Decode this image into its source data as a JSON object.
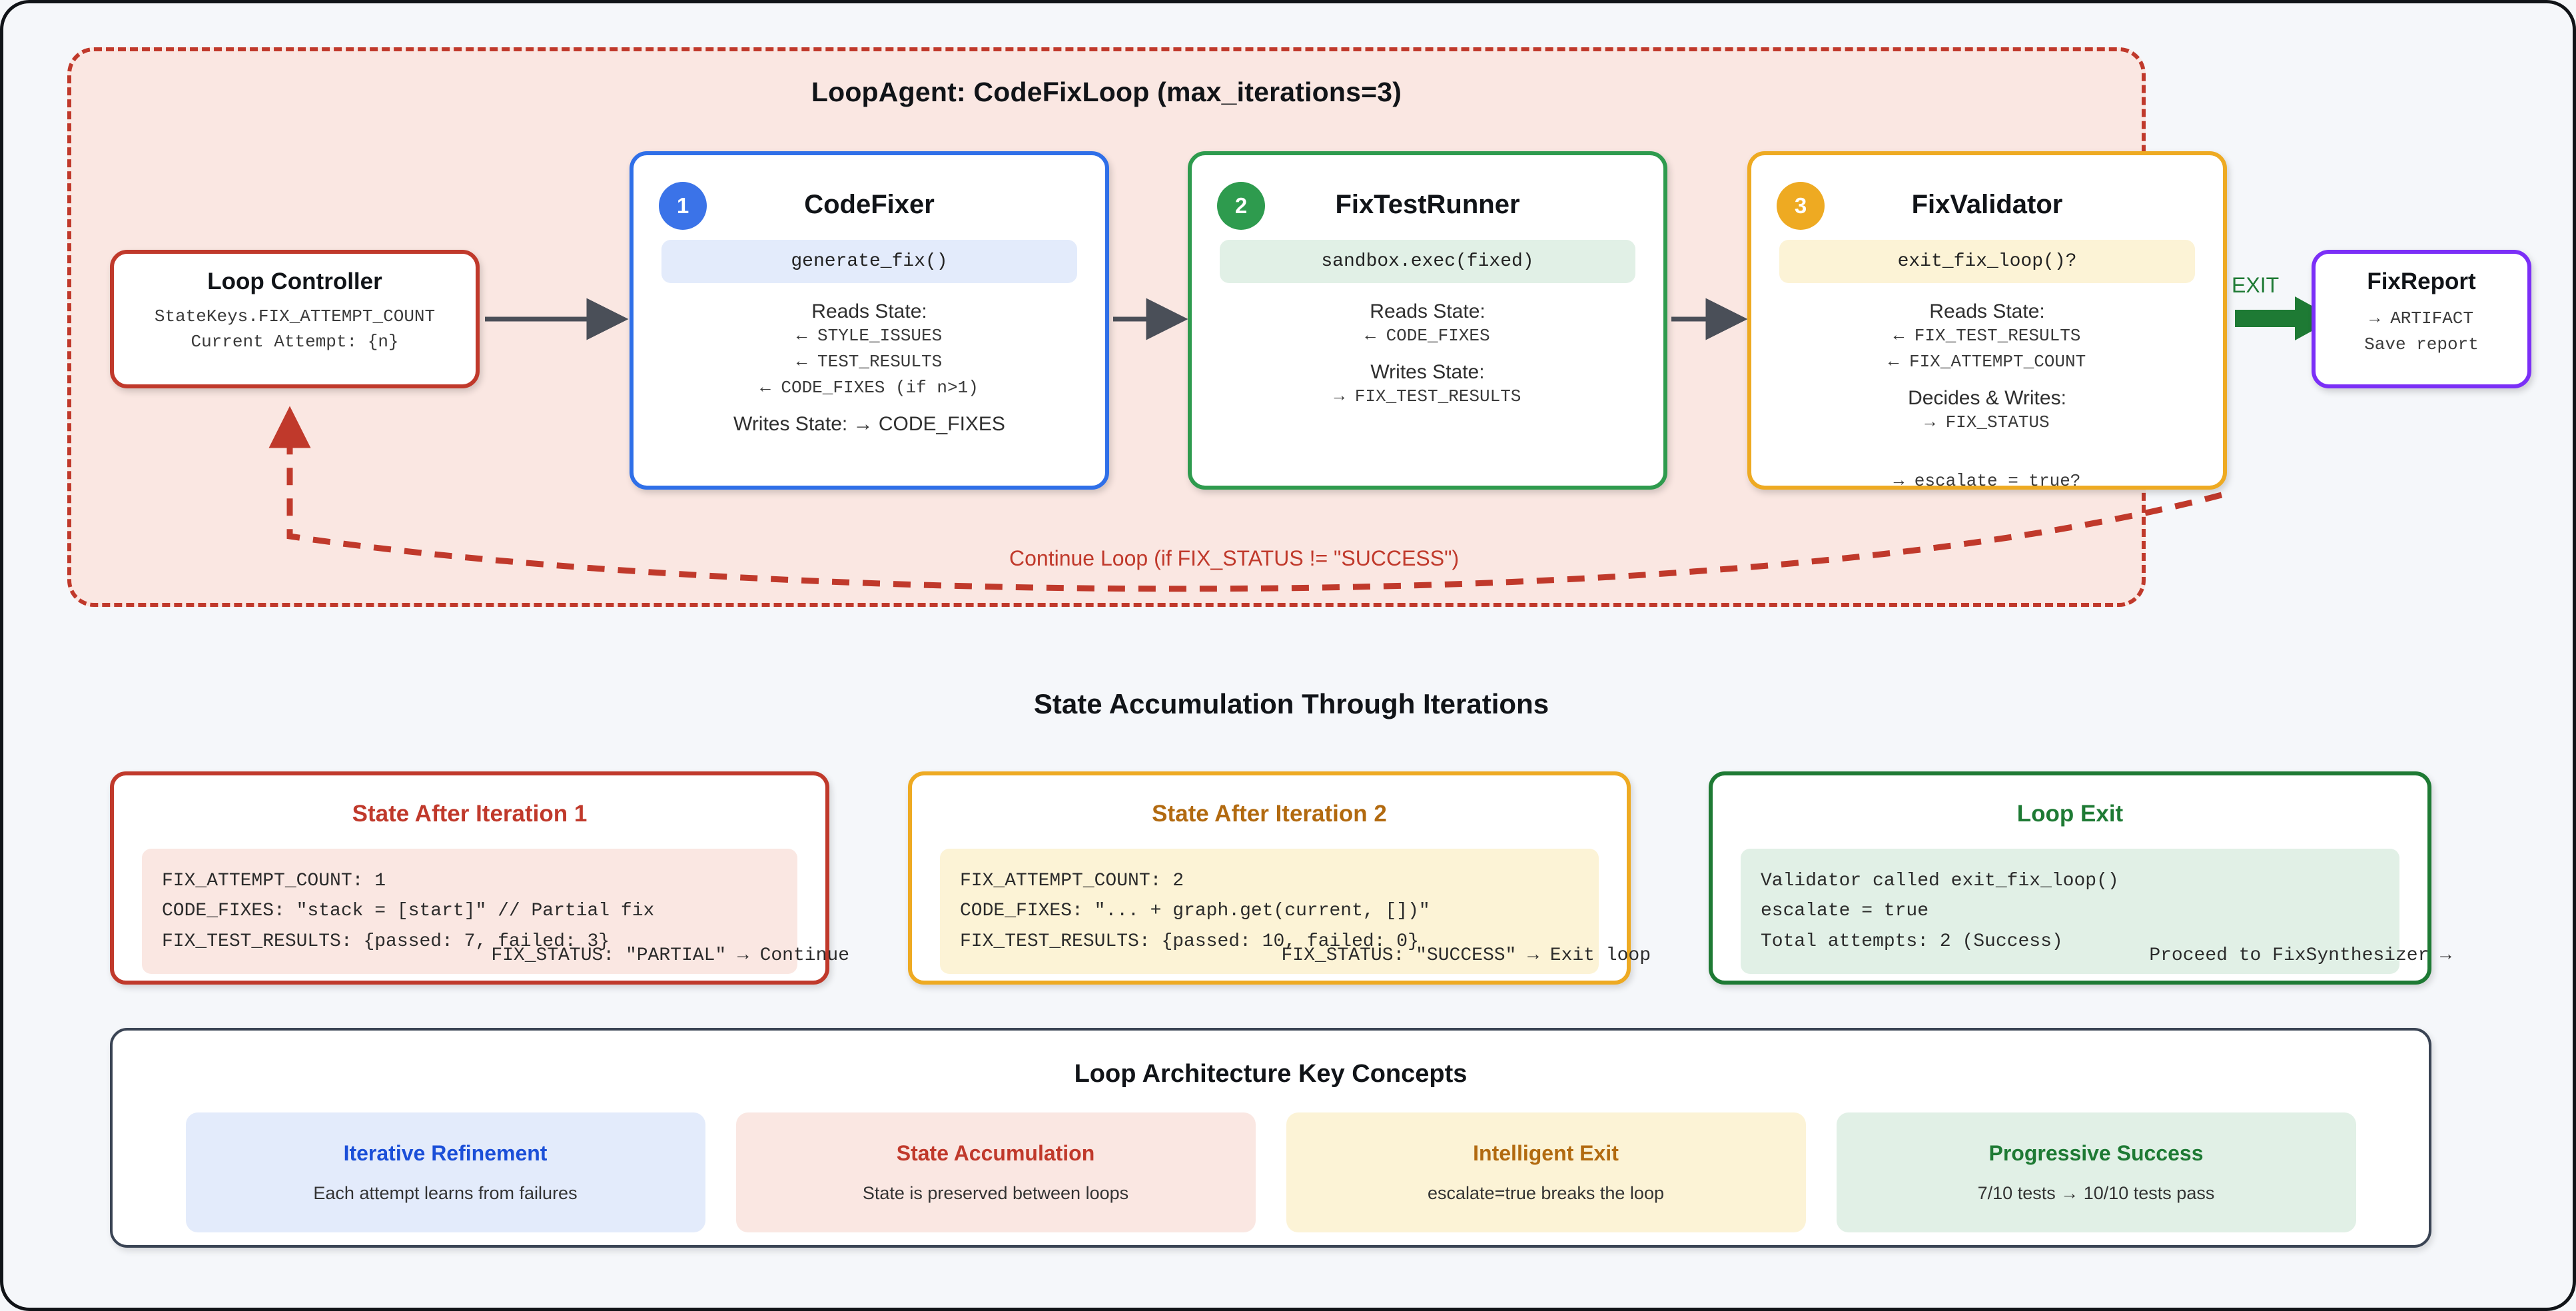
{
  "loop": {
    "title": "LoopAgent: CodeFixLoop (max_iterations=3)",
    "continue_label": "Continue Loop (if FIX_STATUS != \"SUCCESS\")",
    "exit_label": "EXIT"
  },
  "controller": {
    "title": "Loop Controller",
    "line1": "StateKeys.FIX_ATTEMPT_COUNT",
    "line2": "Current Attempt: {n}"
  },
  "nodes": [
    {
      "badge": "1",
      "title": "CodeFixer",
      "call": "generate_fix()",
      "reads_label": "Reads State:",
      "reads": [
        "← STYLE_ISSUES",
        "← TEST_RESULTS",
        "← CODE_FIXES (if n>1)"
      ],
      "writes_label": "Writes State: → CODE_FIXES",
      "writes": [],
      "accent": "#2f6fe8"
    },
    {
      "badge": "2",
      "title": "FixTestRunner",
      "call": "sandbox.exec(fixed)",
      "reads_label": "Reads State:",
      "reads": [
        "← CODE_FIXES"
      ],
      "writes_label": "Writes State:",
      "writes": [
        "→ FIX_TEST_RESULTS"
      ],
      "accent": "#2e9b4e"
    },
    {
      "badge": "3",
      "title": "FixValidator",
      "call": "exit_fix_loop()?",
      "reads_label": "Reads State:",
      "reads": [
        "← FIX_TEST_RESULTS",
        "← FIX_ATTEMPT_COUNT"
      ],
      "writes_label": "Decides & Writes:",
      "writes": [
        "→ FIX_STATUS",
        "→ escalate = true?"
      ],
      "accent": "#eeaa22"
    }
  ],
  "fixreport": {
    "title": "FixReport",
    "line1": "→ ARTIFACT",
    "line2": "Save report"
  },
  "state_section": {
    "title": "State Accumulation Through Iterations",
    "cards": [
      {
        "title": "State After Iteration 1",
        "lines": [
          "FIX_ATTEMPT_COUNT: 1",
          "CODE_FIXES: \"stack = [start]\" // Partial fix",
          "FIX_TEST_RESULTS: {passed: 7, failed: 3}"
        ],
        "footer": "FIX_STATUS: \"PARTIAL\" → Continue"
      },
      {
        "title": "State After Iteration 2",
        "lines": [
          "FIX_ATTEMPT_COUNT: 2",
          "CODE_FIXES: \"... + graph.get(current, [])\"",
          "FIX_TEST_RESULTS: {passed: 10, failed: 0}"
        ],
        "footer": "FIX_STATUS: \"SUCCESS\" → Exit loop"
      },
      {
        "title": "Loop Exit",
        "lines": [
          "Validator called exit_fix_loop()",
          "escalate = true",
          "Total attempts: 2 (Success)"
        ],
        "footer": "Proceed to FixSynthesizer →"
      }
    ]
  },
  "concepts": {
    "title": "Loop Architecture Key Concepts",
    "items": [
      {
        "title": "Iterative Refinement",
        "sub": "Each attempt learns from failures"
      },
      {
        "title": "State Accumulation",
        "sub": "State is preserved between loops"
      },
      {
        "title": "Intelligent Exit",
        "sub": "escalate=true breaks the loop"
      },
      {
        "title": "Progressive Success",
        "sub": "7/10 tests → 10/10 tests pass"
      }
    ]
  },
  "colors": {
    "loop_border": "#c0392b",
    "loop_bg": "#fae7e2",
    "blue": "#2f6fe8",
    "green": "#2e9b4e",
    "amber": "#eeaa22",
    "purple": "#7b2ff7",
    "exit_green": "#1e7a34",
    "page_bg": "#f5f7fa"
  }
}
